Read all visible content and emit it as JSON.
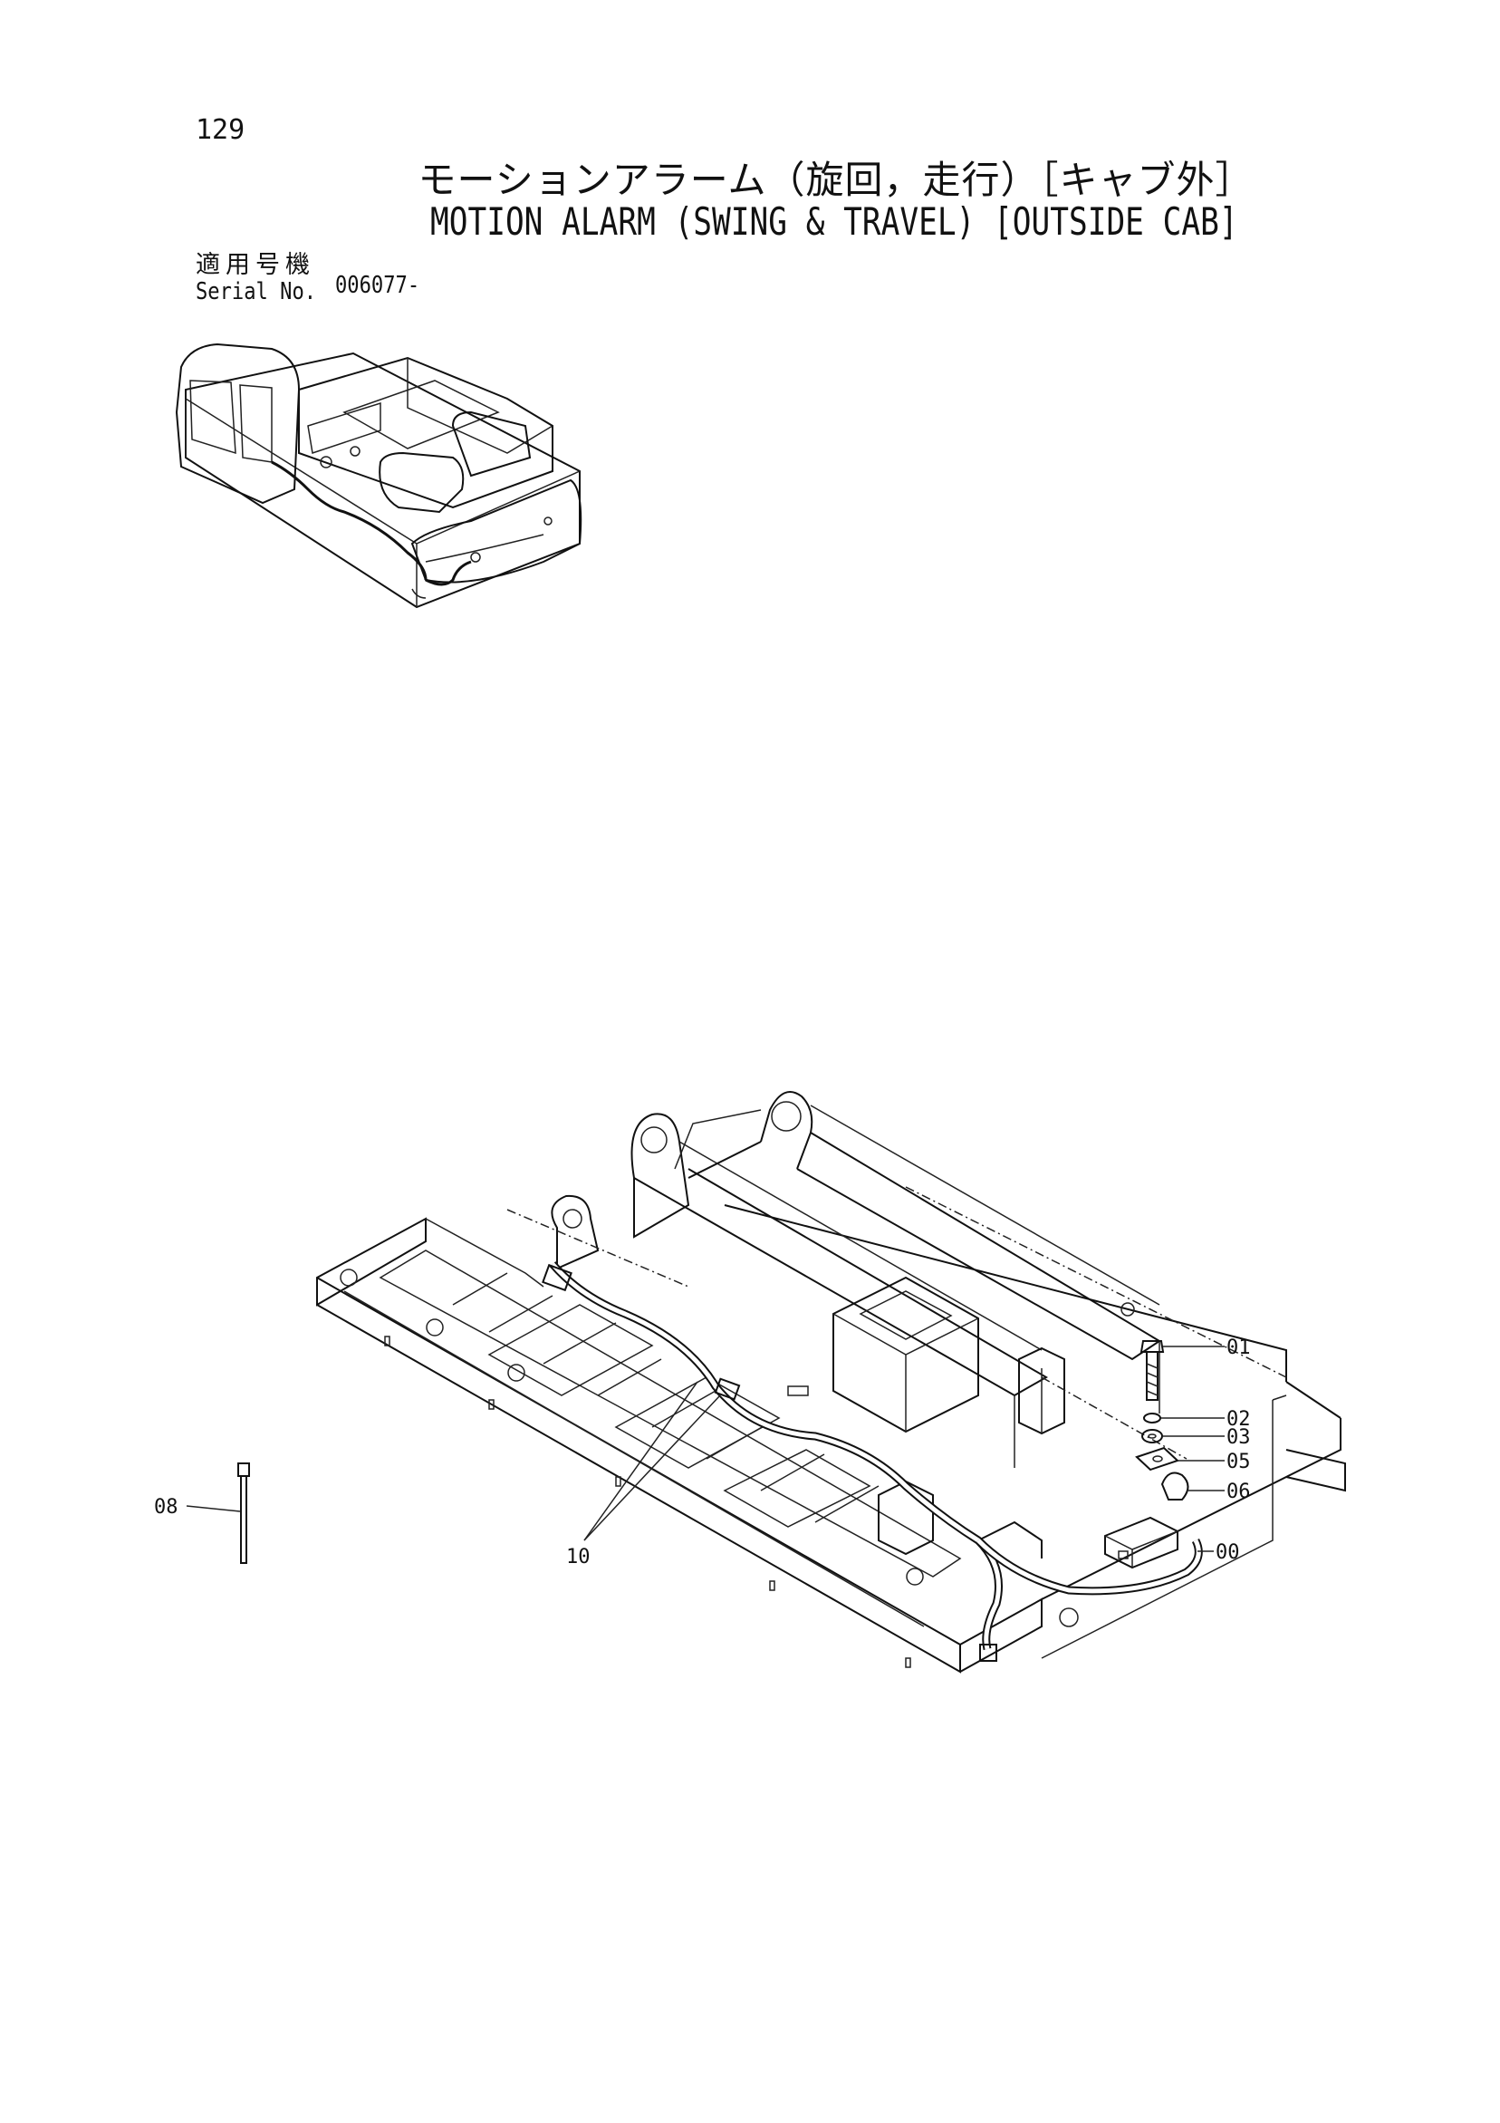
{
  "page": {
    "number": "129",
    "title_jp": "モーションアラーム（旋回，走行）［キャブ外］",
    "title_en": "MOTION ALARM (SWING & TRAVEL) [OUTSIDE CAB]",
    "serial_label_jp": "適用号機",
    "serial_label_en": "Serial No.",
    "serial_value": "006077-"
  },
  "callouts": [
    {
      "id": "01",
      "label": "01"
    },
    {
      "id": "02",
      "label": "02"
    },
    {
      "id": "03",
      "label": "03"
    },
    {
      "id": "05",
      "label": "05"
    },
    {
      "id": "06",
      "label": "06"
    },
    {
      "id": "00",
      "label": "00"
    },
    {
      "id": "08",
      "label": "08"
    },
    {
      "id": "10",
      "label": "10"
    }
  ]
}
